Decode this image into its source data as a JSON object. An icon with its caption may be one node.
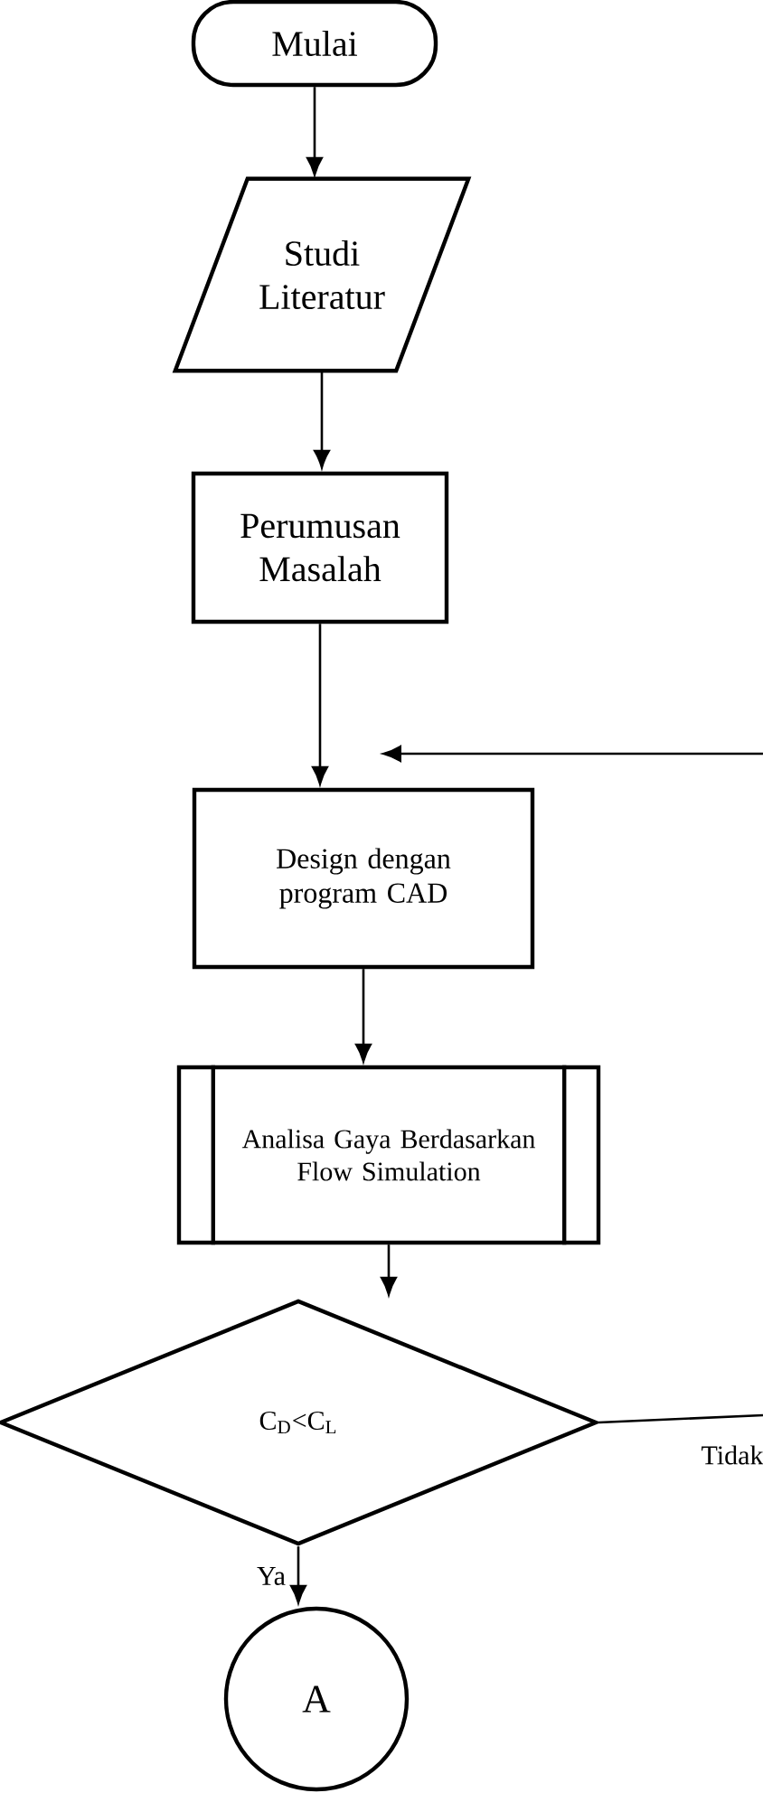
{
  "diagram": {
    "nodes": [
      {
        "text": [
          "Mulai"
        ]
      },
      {
        "text": [
          "Studi Literatur"
        ]
      },
      {
        "text": [
          "Perumusan Masalah"
        ]
      },
      {
        "text": [
          "Design dengan program CAD"
        ]
      },
      {
        "text": [
          "Analisa Gaya Berdasarkan Flow Simulation"
        ]
      },
      {
        "text": [
          "C$_{D}$<C$_{L}$"
        ]
      },
      {
        "text": [
          "A"
        ]
      }
    ],
    "edges": [
      {
        "from": 0,
        "to": 1,
        "arrow": "to"
      },
      {
        "from": 1,
        "to": 2,
        "arrow": "to"
      },
      {
        "from": 2,
        "to": 3,
        "arrow": "to"
      },
      {
        "from": null,
        "to": 3,
        "arrow": "to"
      },
      {
        "from": 3,
        "to": 4,
        "arrow": "to"
      },
      {
        "from": 4,
        "to": 5,
        "arrow": "to"
      },
      {
        "from": 5,
        "to": null,
        "arrow": "none",
        "label": "Tidak"
      },
      {
        "from": 5,
        "to": 6,
        "arrow": "to",
        "label": "Ya"
      }
    ]
  }
}
